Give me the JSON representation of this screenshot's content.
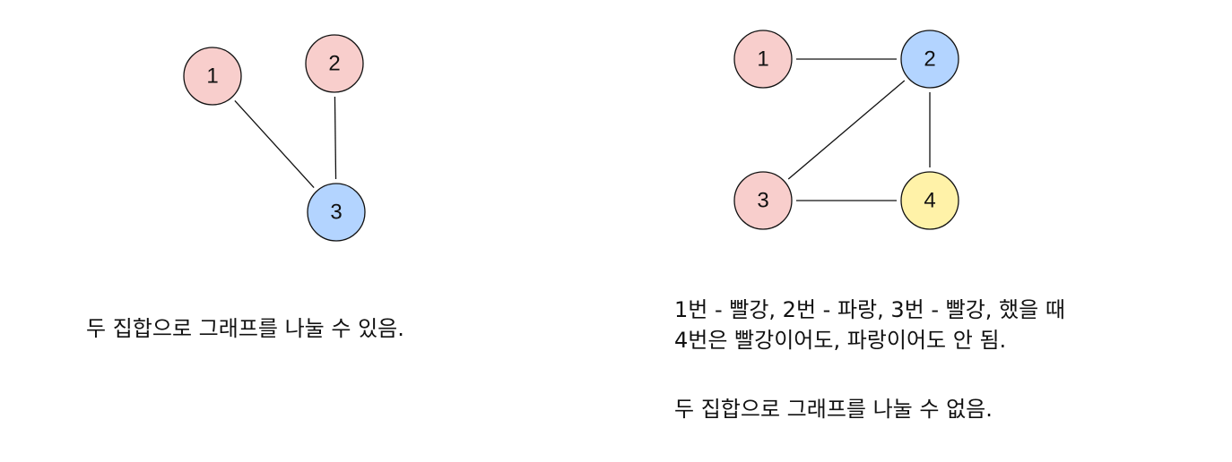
{
  "colors": {
    "red": "#f8cecc",
    "blue": "#b3d4ff",
    "yellow": "#fff2a8",
    "stroke": "#111111"
  },
  "graphs": [
    {
      "name": "left-graph",
      "nodes": [
        {
          "id": "1",
          "label": "1",
          "color": "red"
        },
        {
          "id": "2",
          "label": "2",
          "color": "red"
        },
        {
          "id": "3",
          "label": "3",
          "color": "blue"
        }
      ],
      "edges": [
        [
          "1",
          "3"
        ],
        [
          "2",
          "3"
        ]
      ]
    },
    {
      "name": "right-graph",
      "nodes": [
        {
          "id": "1",
          "label": "1",
          "color": "red"
        },
        {
          "id": "2",
          "label": "2",
          "color": "blue"
        },
        {
          "id": "3",
          "label": "3",
          "color": "red"
        },
        {
          "id": "4",
          "label": "4",
          "color": "yellow"
        }
      ],
      "edges": [
        [
          "1",
          "2"
        ],
        [
          "2",
          "3"
        ],
        [
          "2",
          "4"
        ],
        [
          "3",
          "4"
        ]
      ]
    }
  ],
  "captions": {
    "left": "두 집합으로 그래프를 나눌 수 있음.",
    "right_line1": "1번 - 빨강, 2번 - 파랑, 3번 - 빨강, 했을 때",
    "right_line2": "4번은 빨강이어도, 파랑이어도 안 됨.",
    "right_line3": "두 집합으로 그래프를 나눌 수 없음."
  }
}
